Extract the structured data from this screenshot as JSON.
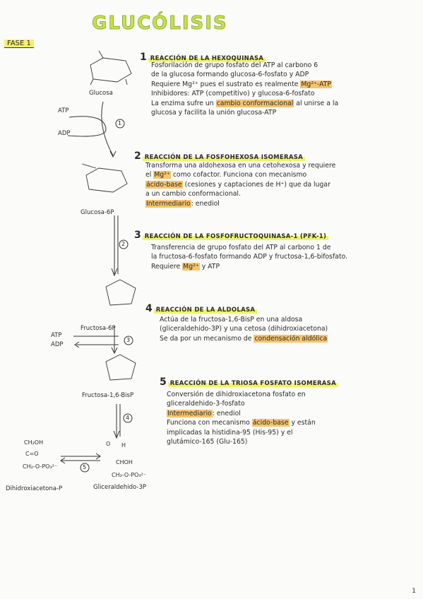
{
  "title": "GLUCÓLISIS",
  "phase_label": "FASE 1",
  "molecules": {
    "glucosa": "Glucosa",
    "glucosa_6p": "Glucosa-6P",
    "fructosa_6p": "Fructosa-6P",
    "fructosa_bisp": "Fructosa-1,6-BisP",
    "dhap": "Dihidroxiacetona-P",
    "g3p": "Gliceraldehido-3P",
    "ch2oh": "CH₂OH",
    "co": "C=O",
    "ch2opo3": "CH₂-O-PO₃²⁻",
    "g3p_o": "O",
    "g3p_h": "H",
    "g3p_choh": "CHOH",
    "g3p_ch2": "CH₂-O-PO₃²⁻"
  },
  "cofactors": {
    "atp1": "ATP",
    "adp1": "ADP",
    "atp3": "ATP",
    "adp3": "ADP"
  },
  "step_numbers": [
    "1",
    "2",
    "3",
    "4",
    "5"
  ],
  "steps": [
    {
      "num": "1",
      "header": "REACCIÓN DE LA HEXOQUINASA",
      "lines": [
        "Fosforilación de grupo fosfato del ATP al carbono 6",
        "de la glucosa formando glucosa-6-fosfato y ADP",
        "Requiere Mg²⁺ pues el sustrato es realmente",
        "Inhibidores: ATP (competitivo) y glucosa-6-fosfato",
        "La enzima sufre un",
        "glucosa y facilita la unión glucosa-ATP"
      ],
      "hl_mgatp": "Mg²⁺-ATP",
      "hl_cambio": "cambio conformacional",
      "line5_tail": "al unirse a la"
    },
    {
      "num": "2",
      "header": "REACCIÓN DE LA FOSFOHEXOSA ISOMERASA",
      "lines": [
        "Transforma una aldohexosa en una cetohexosa y requiere",
        "como cofactor. Funciona con mecanismo",
        "(cesiones y captaciones de H⁺) que da lugar",
        "a un cambio conformacional.",
        ": enediol"
      ],
      "el": "el",
      "hl_mg": "Mg²⁺",
      "hl_acido": "ácido-base",
      "hl_inter": "Intermediario"
    },
    {
      "num": "3",
      "header": "REACCIÓN DE LA FOSFOFRUCTOQUINASA-1 (PFK-1)",
      "lines": [
        "Transferencia de grupo fosfato del ATP al carbono 1 de",
        "la fructosa-6-fosfato formando ADP y fructosa-1,6-bifosfato.",
        "Requiere",
        "y ATP"
      ],
      "hl_mg": "Mg²⁺"
    },
    {
      "num": "4",
      "header": "REACCIÓN DE LA ALDOLASA",
      "lines": [
        "Actúa de la fructosa-1,6-BisP en una aldosa",
        "(gliceraldehido-3P) y una cetosa (dihidroxiacetona)",
        "Se da por un mecanismo de"
      ],
      "hl_cond": "condensación aldólica"
    },
    {
      "num": "5",
      "header": "REACCIÓN DE LA TRIOSA FOSFATO ISOMERASA",
      "lines": [
        "Conversión de dihidroxiacetona fosfato en",
        "gliceraldehido-3-fosfato",
        ": enediol",
        "Funciona con mecanismo",
        "y están",
        "implicadas la histidina-95 (His-95) y el",
        "glutámico-165 (Glu-165)"
      ],
      "hl_inter": "Intermediario",
      "hl_acido": "ácido-base"
    }
  ],
  "page_number": "1",
  "colors": {
    "highlight_yellow": "#f0f06a",
    "highlight_orange": "#f7c46d",
    "title_green": "#c8e04a"
  }
}
